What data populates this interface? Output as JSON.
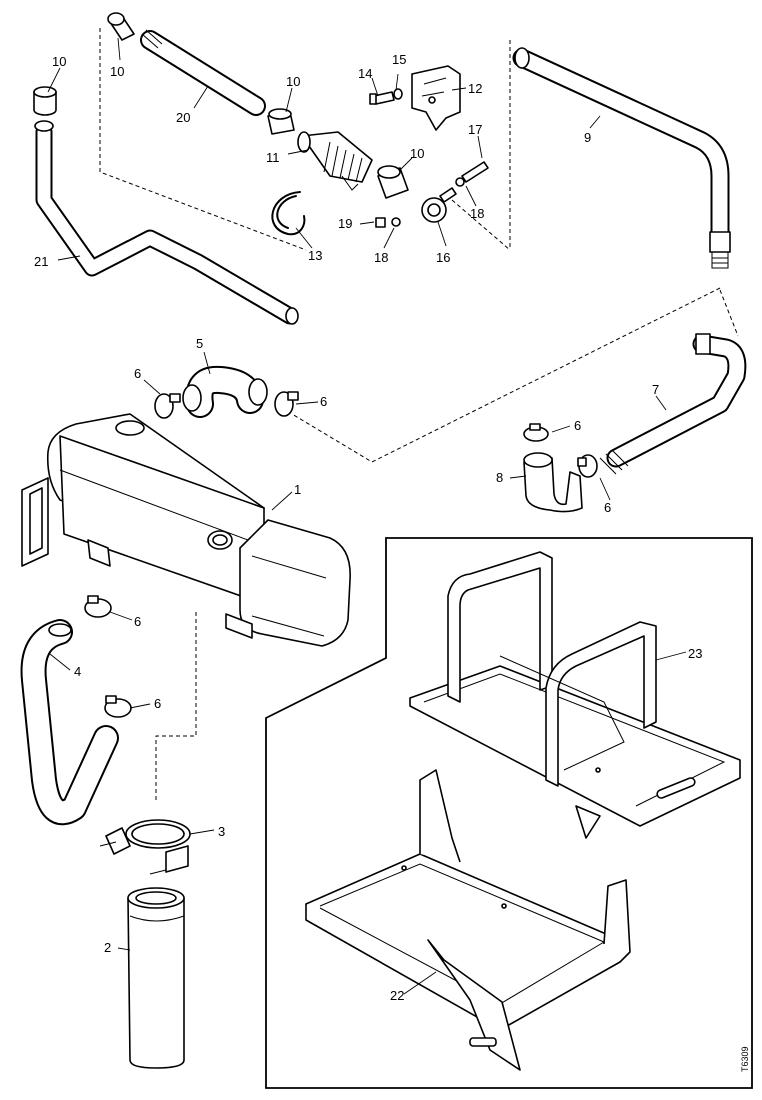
{
  "drawing": {
    "reference_code": "T6309",
    "callouts": {
      "c1": "1",
      "c2": "2",
      "c3": "3",
      "c4": "4",
      "c5": "5",
      "c6a": "6",
      "c6b": "6",
      "c6c": "6",
      "c6d": "6",
      "c6e": "6",
      "c6f": "6",
      "c7": "7",
      "c8": "8",
      "c9": "9",
      "c10a": "10",
      "c10b": "10",
      "c10c": "10",
      "c10d": "10",
      "c11": "11",
      "c12": "12",
      "c13": "13",
      "c14": "14",
      "c15": "15",
      "c16": "16",
      "c17": "17",
      "c18a": "18",
      "c18b": "18",
      "c19": "19",
      "c20": "20",
      "c21": "21",
      "c22": "22",
      "c23": "23"
    }
  }
}
